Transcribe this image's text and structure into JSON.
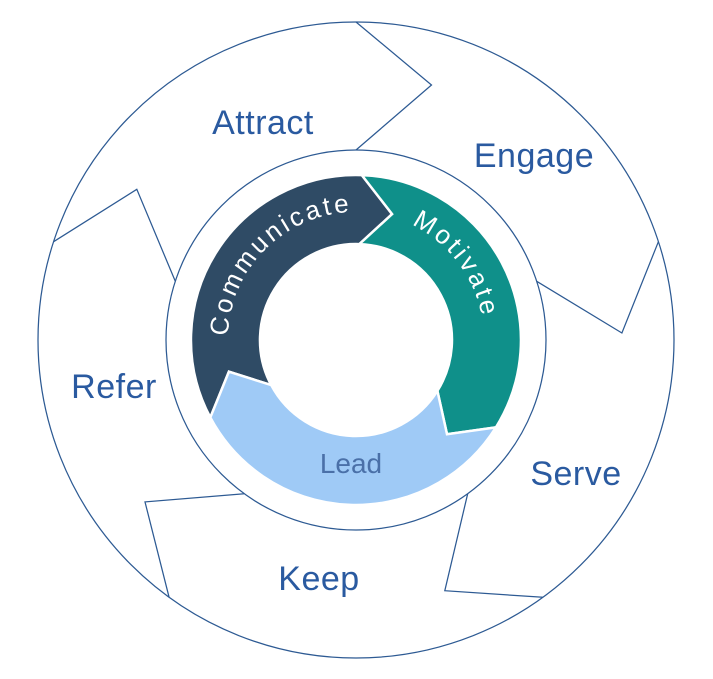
{
  "diagram": {
    "background_color": "#FFFFFF",
    "line_color": "#2D5A93",
    "outer_label_color": "#2A5AA0",
    "outer_cycle": {
      "labels": [
        "Attract",
        "Engage",
        "Serve",
        "Keep",
        "Refer"
      ]
    },
    "inner_cycle": {
      "segments": [
        {
          "label": "Communicate",
          "color": "#2F4B65",
          "label_color": "#FFFFFF"
        },
        {
          "label": "Motivate",
          "color": "#0F908A",
          "label_color": "#FFFFFF"
        },
        {
          "label": "Lead",
          "color": "#9FCAF6",
          "label_color": "#4A70A8"
        }
      ]
    }
  }
}
